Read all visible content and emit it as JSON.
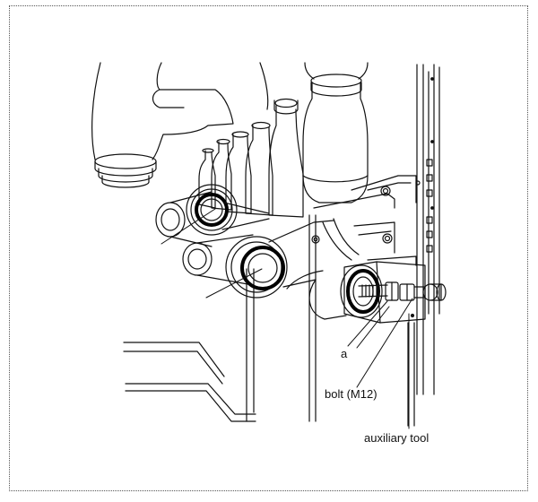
{
  "labels": {
    "a": "a",
    "bolt": "bolt (M12)",
    "auxiliary_tool": "auxiliary tool"
  },
  "colors": {
    "line": "#111111",
    "frame": "#555555",
    "seal": "#000000"
  }
}
